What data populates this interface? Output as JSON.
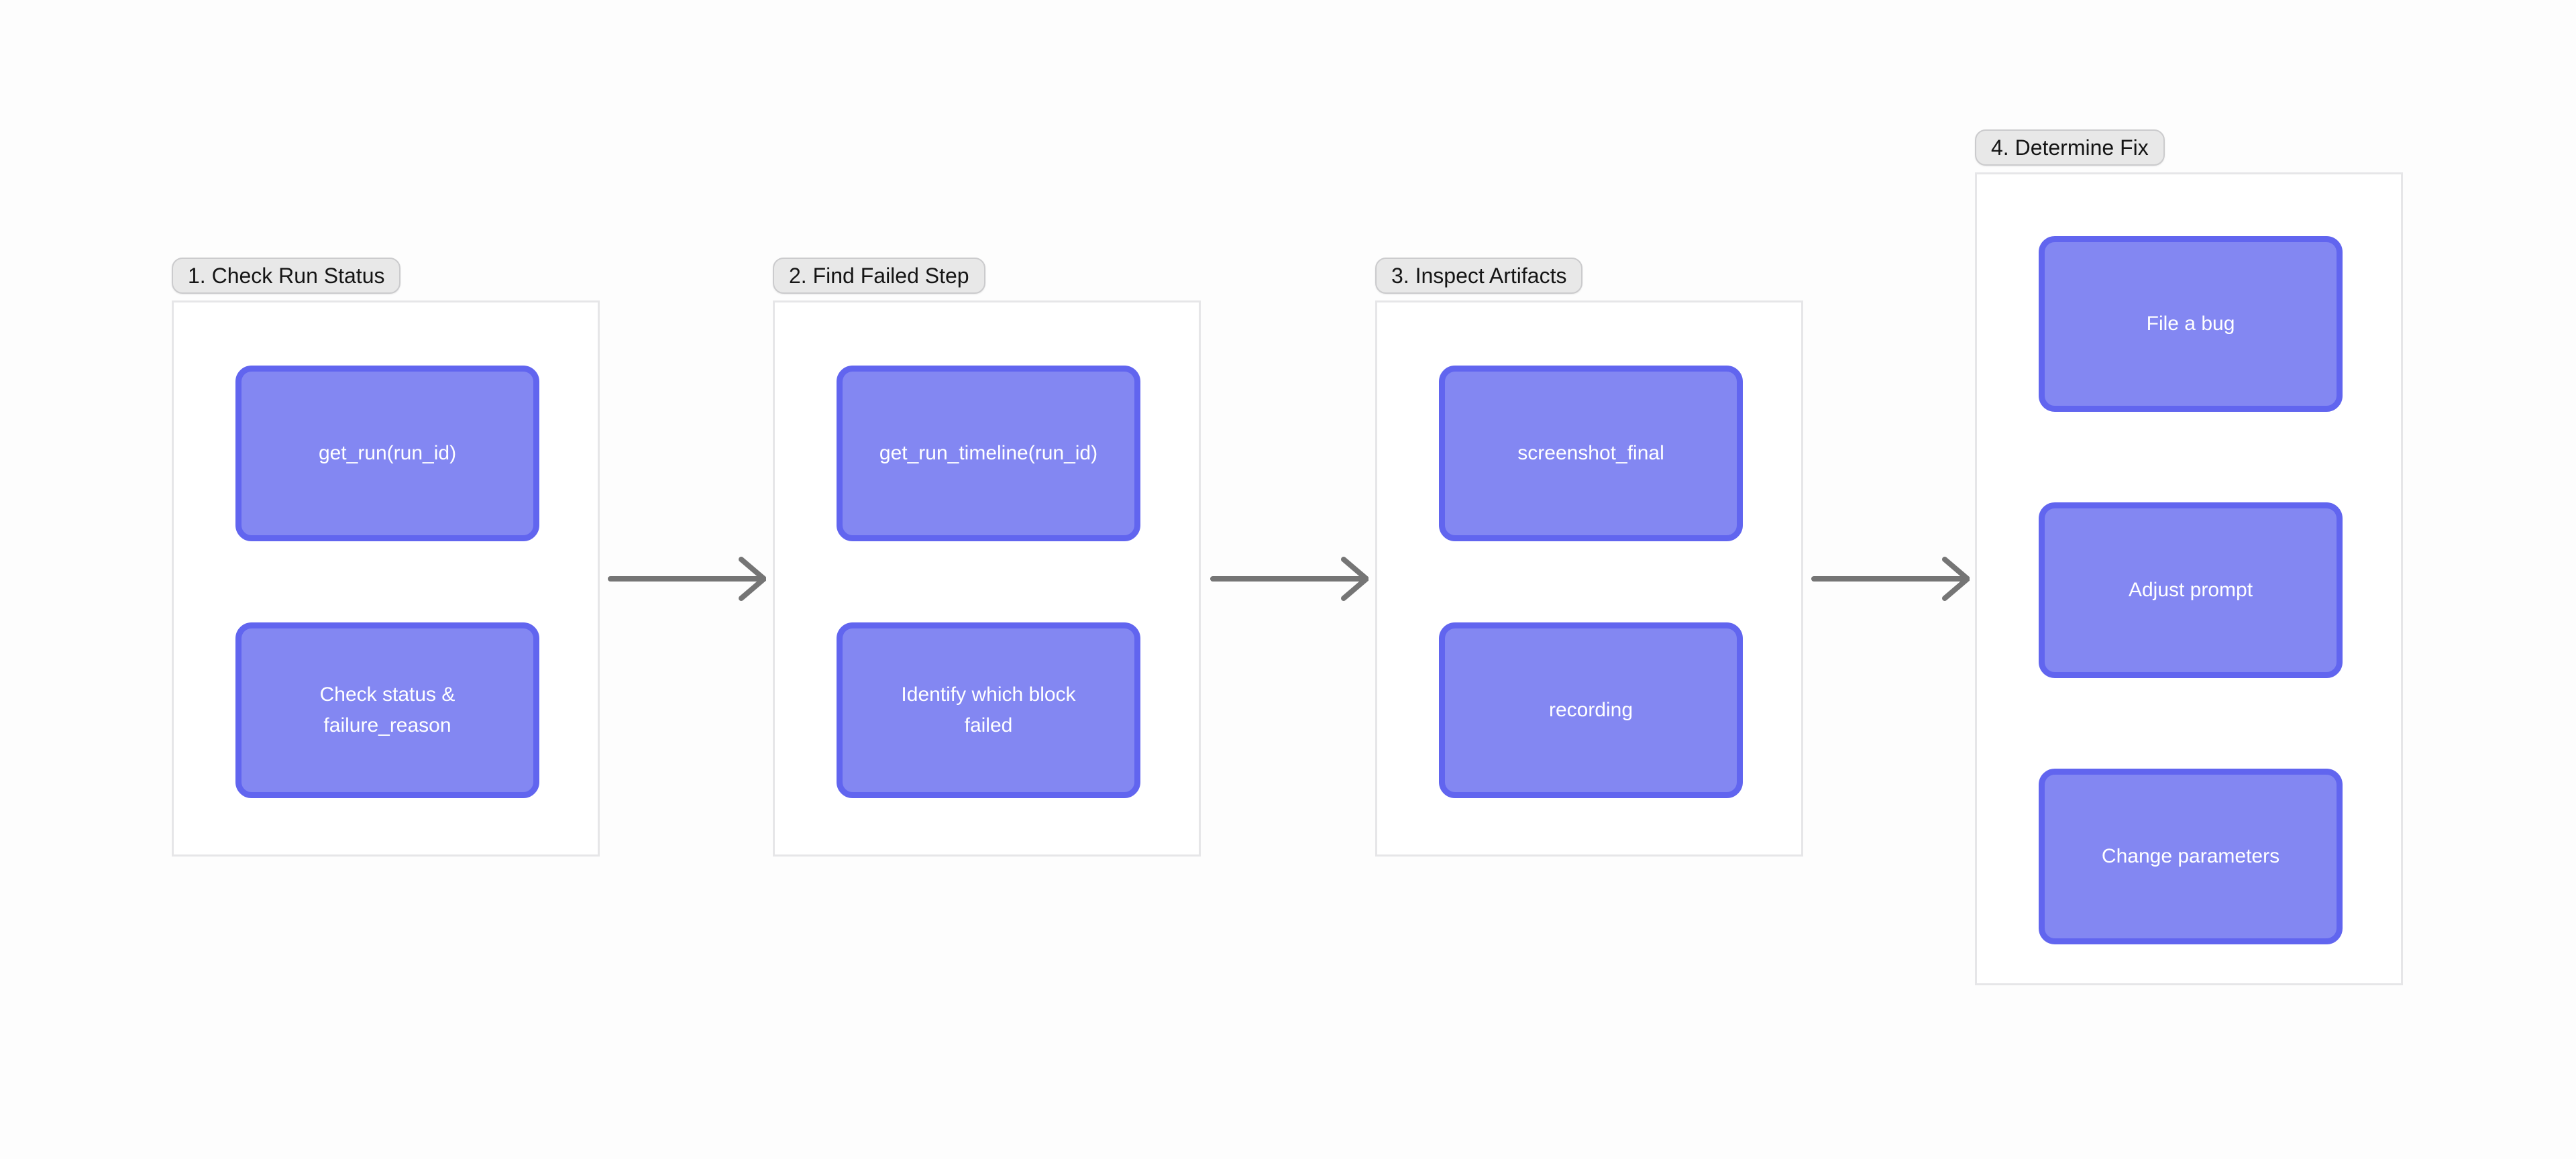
{
  "colors": {
    "canvas_bg": "#fdfdfd",
    "frame_bg": "#ffffff",
    "frame_border": "#e6e6e8",
    "label_bg": "#e8e8e8",
    "label_border": "#cbcbcd",
    "label_text": "#151515",
    "box_fill": "#8387f2",
    "box_border": "#6165ef",
    "box_text": "#ffffff",
    "arrow": "#757575"
  },
  "diagram": {
    "groups": [
      {
        "label": "1. Check Run Status",
        "boxes": [
          {
            "text": "get_run(run_id)"
          },
          {
            "text": "Check status &\nfailure_reason"
          }
        ]
      },
      {
        "label": "2. Find Failed Step",
        "boxes": [
          {
            "text": "get_run_timeline(run_id)"
          },
          {
            "text": "Identify which block\nfailed"
          }
        ]
      },
      {
        "label": "3. Inspect Artifacts",
        "boxes": [
          {
            "text": "screenshot_final"
          },
          {
            "text": "recording"
          }
        ]
      },
      {
        "label": "4. Determine Fix",
        "boxes": [
          {
            "text": "File a bug"
          },
          {
            "text": "Adjust prompt"
          },
          {
            "text": "Change parameters"
          }
        ]
      }
    ],
    "arrows": [
      {
        "from": "1. Check Run Status",
        "to": "2. Find Failed Step",
        "direction": "right"
      },
      {
        "from": "2. Find Failed Step",
        "to": "3. Inspect Artifacts",
        "direction": "right"
      },
      {
        "from": "3. Inspect Artifacts",
        "to": "4. Determine Fix",
        "direction": "right"
      }
    ]
  }
}
